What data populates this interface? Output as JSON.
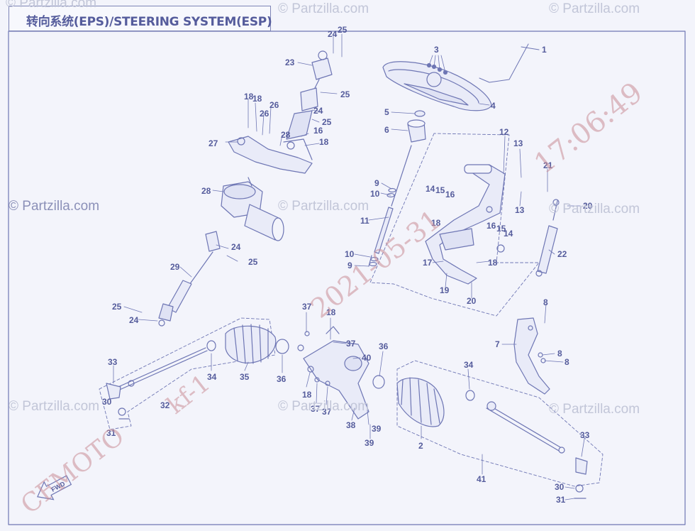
{
  "title": "转向系统(EPS)/STEERING SYSTEM(ESP)",
  "watermarks": [
    "© Partzilla.com",
    "© Partzilla.com",
    "© Partzilla.com",
    "© Partzilla.com",
    "© Partzilla.com",
    "© Partzilla.com",
    "© Partzilla.com",
    "© Partzilla.com",
    "© Partzilla.com"
  ],
  "stamp": {
    "time": "17:06:49",
    "date": "2021-05-31",
    "model": "kf-1",
    "brand": "CFMOTO"
  },
  "fwd_label": "FWD",
  "part_labels": {
    "p1": "1",
    "p2": "2",
    "p3": "3",
    "p4": "4",
    "p5": "5",
    "p6": "6",
    "p7": "7",
    "p8a": "8",
    "p8b": "8",
    "p8c": "8",
    "p9a": "9",
    "p9b": "9",
    "p10a": "10",
    "p10b": "10",
    "p11": "11",
    "p12": "12",
    "p13a": "13",
    "p13b": "13",
    "p14a": "14",
    "p14b": "14",
    "p15a": "15",
    "p15b": "15",
    "p16a": "16",
    "p16b": "16",
    "p16c": "16",
    "p17": "17",
    "p18a": "18",
    "p18b": "18",
    "p18c": "18",
    "p18d": "18",
    "p18e": "18",
    "p18f": "18",
    "p18g": "18",
    "p19": "19",
    "p20a": "20",
    "p20b": "20",
    "p21": "21",
    "p22": "22",
    "p23": "23",
    "p24a": "24",
    "p24b": "24",
    "p24c": "24",
    "p24d": "24",
    "p25a": "25",
    "p25b": "25",
    "p25c": "25",
    "p25d": "25",
    "p25e": "25",
    "p26a": "26",
    "p26b": "26",
    "p27": "27",
    "p28a": "28",
    "p28b": "28",
    "p29": "29",
    "p30a": "30",
    "p30b": "30",
    "p31a": "31",
    "p31b": "31",
    "p32": "32",
    "p33a": "33",
    "p33b": "33",
    "p34a": "34",
    "p34b": "34",
    "p35": "35",
    "p36a": "36",
    "p36b": "36",
    "p37a": "37",
    "p37b": "37",
    "p37c": "37",
    "p37d": "37",
    "p38": "38",
    "p39a": "39",
    "p39b": "39",
    "p40": "40",
    "p41": "41"
  },
  "colors": {
    "line": "#6e76b4",
    "label": "#555c9c",
    "fill": "#e9ebf8",
    "watermark": "#c2c6d8"
  }
}
